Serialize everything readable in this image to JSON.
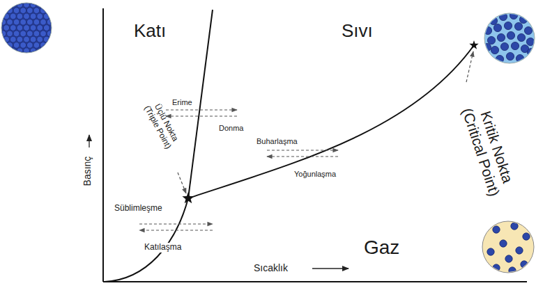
{
  "diagram": {
    "labels": [
      "Katı",
      "Sıvı",
      "Erime",
      "Donma",
      "Üçlü Nokta (Triple Point)",
      "Buharlaşma",
      "Yoğunlaşma",
      "Kritik Nokta (Critical Point)",
      "Basınç",
      "Süblimleşme",
      "Katılaşma",
      "Gaz",
      "Sıcaklık"
    ]
  }
}
